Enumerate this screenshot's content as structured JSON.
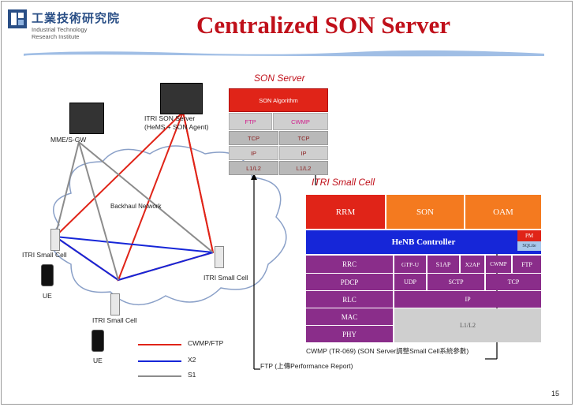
{
  "header": {
    "logo_cn": "工業技術研究院",
    "logo_en_line1": "Industrial Technology",
    "logo_en_line2": "Research Institute",
    "title": "Centralized SON Server"
  },
  "son_server": {
    "heading": "SON Server",
    "algorithm": "SON Algorithm",
    "ftp": "FTP",
    "cwmp": "CWMP",
    "tcp1": "TCP",
    "tcp2": "TCP",
    "ip1": "IP",
    "ip2": "IP",
    "l1l2_1": "L1/L2",
    "l1l2_2": "L1/L2"
  },
  "topology": {
    "itri_son_server": "ITRI SON Server",
    "hems": "(HeMS + SON Agent)",
    "mme": "MME/S-GW",
    "backhaul": "Backhaul Network",
    "small_cell_left": "ITRI Small Cell",
    "small_cell_mid": "ITRI Small Cell",
    "small_cell_bottom": "ITRI Small Cell",
    "ue1": "UE",
    "ue2": "UE"
  },
  "small_cell_stack": {
    "heading": "ITRI Small Cell",
    "rrm": "RRM",
    "son": "SON",
    "oam": "OAM",
    "henb": "HeNB Controller",
    "pm": "PM",
    "sqlite": "SQLite",
    "rrc": "RRC",
    "pdcp": "PDCP",
    "rlc": "RLC",
    "mac": "MAC",
    "phy": "PHY",
    "gtpu": "GTP-U",
    "s1ap": "S1AP",
    "x2ap": "X2AP",
    "cwmp": "CWMP",
    "ftp": "FTP",
    "udp": "UDP",
    "sctp": "SCTP",
    "tcp": "TCP",
    "ip": "IP",
    "l1l2": "L1/L2"
  },
  "legend": {
    "cwmp_ftp": "CWMP/FTP",
    "x2": "X2",
    "s1": "S1",
    "colors": {
      "cwmp_ftp": "#e02418",
      "x2": "#1626d8",
      "s1": "#8c8c8c"
    }
  },
  "notes": {
    "cwmp_note": "CWMP (TR-069) (SON Server調整Small Cell系統參數)",
    "ftp_note": "FTP (上傳Performance Report)"
  },
  "page_number": "15"
}
